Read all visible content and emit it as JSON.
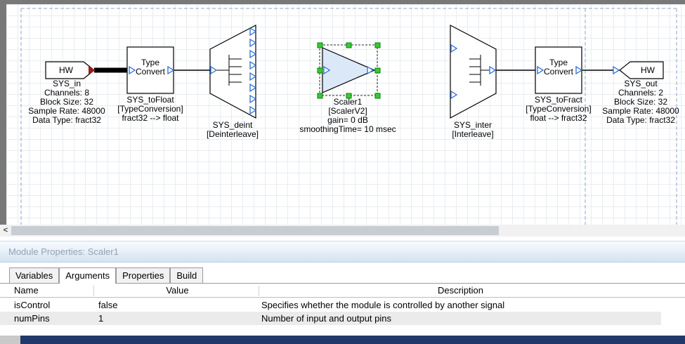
{
  "canvas": {
    "blocks": {
      "sys_in": {
        "title": "HW",
        "name": "SYS_in",
        "props": [
          "Channels: 8",
          "Block Size: 32",
          "Sample Rate: 48000",
          "Data Type: fract32"
        ]
      },
      "sys_tofloat": {
        "label1": "Type",
        "label2": "Convert",
        "name": "SYS_toFloat",
        "type": "[TypeConversion]",
        "conversion": "fract32 --> float"
      },
      "sys_deint": {
        "name": "SYS_deint",
        "type": "[Deinterleave]"
      },
      "scaler1": {
        "name": "Scaler1",
        "type": "[ScalerV2]",
        "gain": "gain= 0 dB",
        "smoothing": "smoothingTime= 10 msec",
        "selected": true
      },
      "sys_inter": {
        "name": "SYS_inter",
        "type": "[Interleave]"
      },
      "sys_tofract": {
        "label1": "Type",
        "label2": "Convert",
        "name": "SYS_toFract",
        "type": "[TypeConversion]",
        "conversion": "float --> fract32"
      },
      "sys_out": {
        "title": "HW",
        "name": "SYS_out",
        "props": [
          "Channels: 2",
          "Block Size: 32",
          "Sample Rate: 48000",
          "Data Type: fract32"
        ]
      }
    },
    "colors": {
      "pin_blue": "#2b6cd4",
      "selection_green": "#33cc33",
      "page_boundary": "#8ea4cc",
      "scaler_fill": "#dbe8f8",
      "sys_in_pin_red": "#9b1c1c",
      "bottom_bar": "#20386a"
    }
  },
  "scrollbar": {
    "left_arrow": "<"
  },
  "properties_panel": {
    "title": "Module Properties: Scaler1",
    "tabs": [
      {
        "label": "Variables",
        "active": false
      },
      {
        "label": "Arguments",
        "active": true
      },
      {
        "label": "Properties",
        "active": false
      },
      {
        "label": "Build",
        "active": false
      }
    ],
    "table": {
      "columns": [
        "Name",
        "Value",
        "Description"
      ],
      "rows": [
        {
          "name": "isControl",
          "value": "false",
          "description": "Specifies whether the module is controlled by another signal"
        },
        {
          "name": "numPins",
          "value": "1",
          "description": "Number of input and output pins"
        }
      ]
    }
  }
}
